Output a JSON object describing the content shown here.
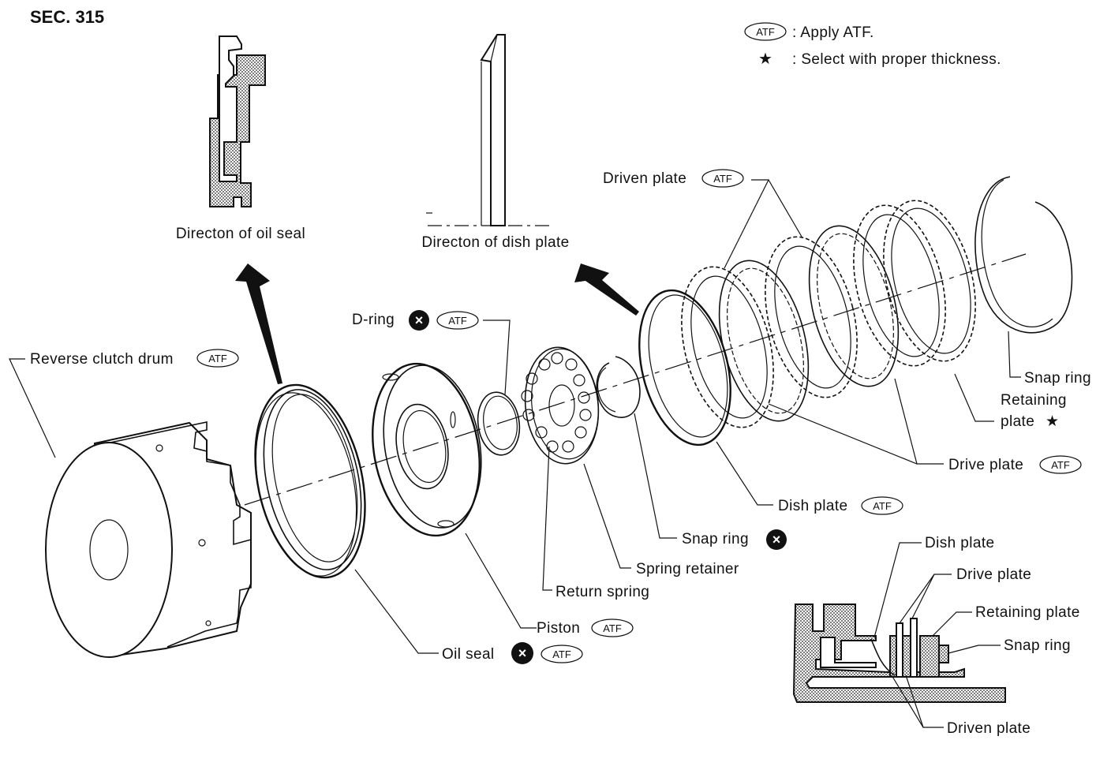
{
  "section": "SEC. 315",
  "legend": {
    "atf_symbol": "ATF",
    "atf_text": ": Apply ATF.",
    "star_symbol": "★",
    "star_text": ": Select with proper thickness."
  },
  "insets": {
    "oil_seal_direction": "Directon of oil seal",
    "dish_plate_direction": "Directon of dish plate"
  },
  "symbols": {
    "atf": "ATF",
    "replace": "×"
  },
  "parts": {
    "reverse_clutch_drum": "Reverse clutch drum",
    "oil_seal": "Oil seal",
    "piston": "Piston",
    "d_ring": "D-ring",
    "return_spring": "Return spring",
    "spring_retainer": "Spring retainer",
    "snap_ring_small": "Snap ring",
    "dish_plate": "Dish plate",
    "driven_plate": "Driven plate",
    "drive_plate": "Drive plate",
    "retaining_plate_line1": "Retaining",
    "retaining_plate_line2": "plate",
    "retaining_star": "★",
    "snap_ring_large": "Snap ring"
  },
  "cross_section": {
    "dish_plate": "Dish plate",
    "drive_plate": "Drive plate",
    "retaining_plate": "Retaining plate",
    "snap_ring": "Snap ring",
    "driven_plate": "Driven plate"
  }
}
